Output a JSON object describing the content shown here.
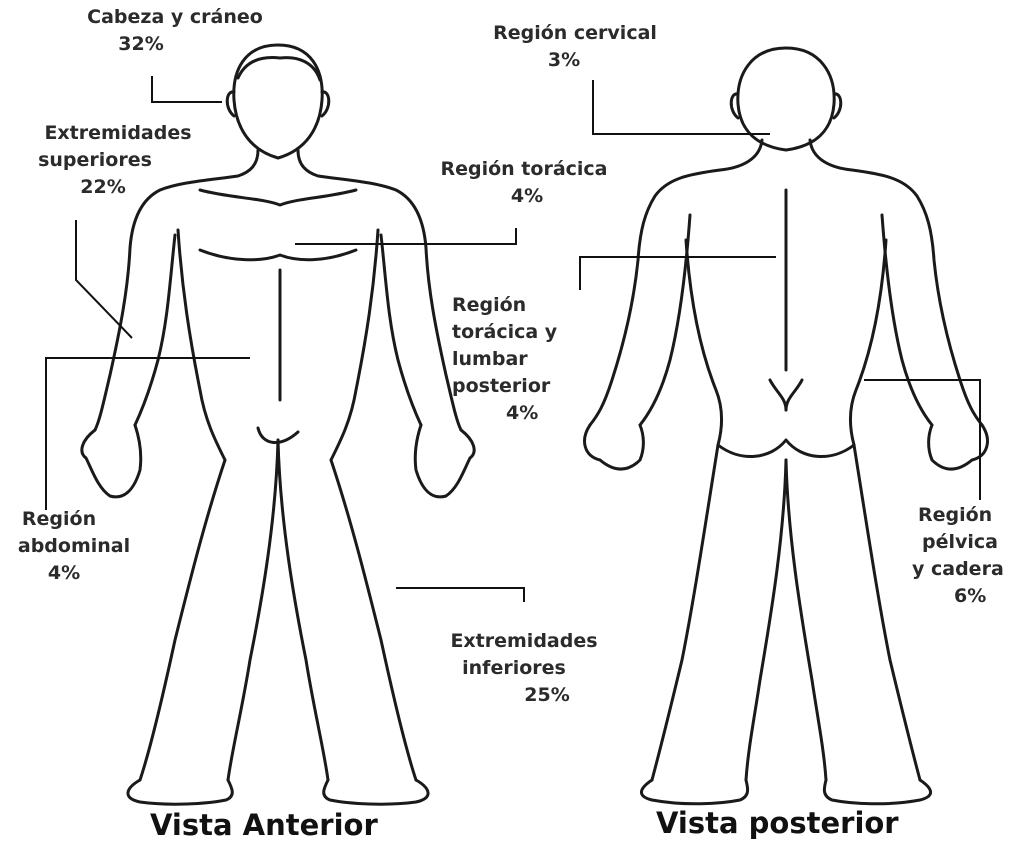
{
  "labels": {
    "head": {
      "name": "Cabeza y cráneo",
      "pct": "32%"
    },
    "upper_limbs": {
      "line1": "Extremidades",
      "line2": "superiores",
      "pct": "22%"
    },
    "abdominal": {
      "line1": "Región",
      "line2": "abdominal",
      "pct": "4%"
    },
    "thoracic": {
      "name": "Región torácica",
      "pct": "4%"
    },
    "cervical": {
      "name": "Región cervical",
      "pct": "3%"
    },
    "thoracolumbar": {
      "line1": "Región",
      "line2": "torácica y",
      "line3": "lumbar",
      "line4": "posterior",
      "pct": "4%"
    },
    "lower_limbs": {
      "line1": "Extremidades",
      "line2": "inferiores",
      "pct": "25%"
    },
    "pelvic": {
      "line1": "Región",
      "line2": "pélvica",
      "line3": "y cadera",
      "pct": "6%"
    }
  },
  "captions": {
    "anterior": "Vista Anterior",
    "posterior": "Vista posterior"
  },
  "colors": {
    "outline": "#1a1a1a",
    "leader": "#111111",
    "text": "#2b2b2b"
  }
}
